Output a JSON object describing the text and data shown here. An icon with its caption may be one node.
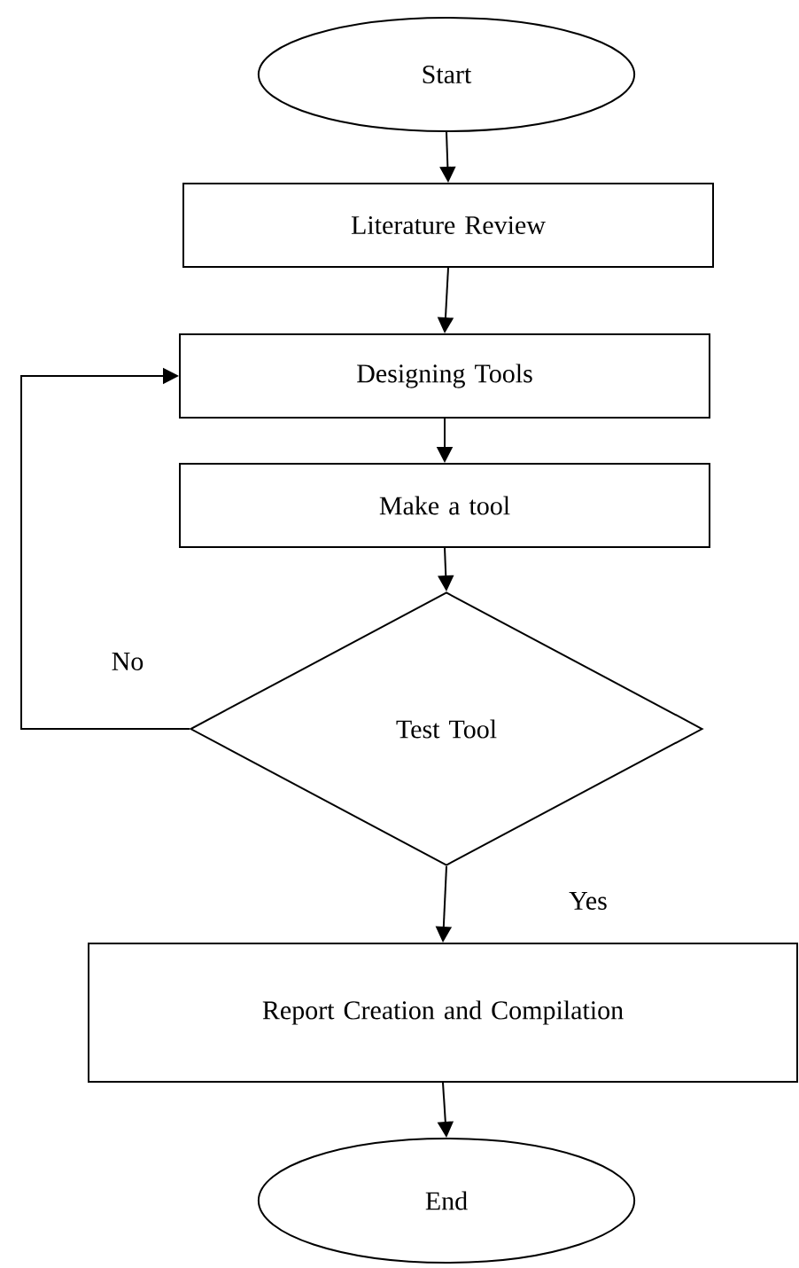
{
  "diagram": {
    "nodes": [
      {
        "text": [
          "Start"
        ]
      },
      {
        "text": [
          "Literature Review"
        ]
      },
      {
        "text": [
          "Designing Tools"
        ]
      },
      {
        "text": [
          "Make a tool"
        ]
      },
      {
        "text": [
          "Test Tool"
        ]
      },
      {
        "text": [
          "Report Creation and Compilation"
        ]
      },
      {
        "text": [
          "End"
        ]
      }
    ],
    "edges": [
      {
        "from": 0,
        "to": 1,
        "arrow": "to"
      },
      {
        "from": 1,
        "to": 2,
        "arrow": "to"
      },
      {
        "from": 2,
        "to": 3,
        "arrow": "to"
      },
      {
        "from": 3,
        "to": 4,
        "arrow": "to"
      },
      {
        "from": 4,
        "to": 2,
        "arrow": "to",
        "label": "No"
      },
      {
        "from": 4,
        "to": 5,
        "arrow": "to",
        "label": "Yes"
      },
      {
        "from": 5,
        "to": 6,
        "arrow": "to"
      }
    ]
  }
}
